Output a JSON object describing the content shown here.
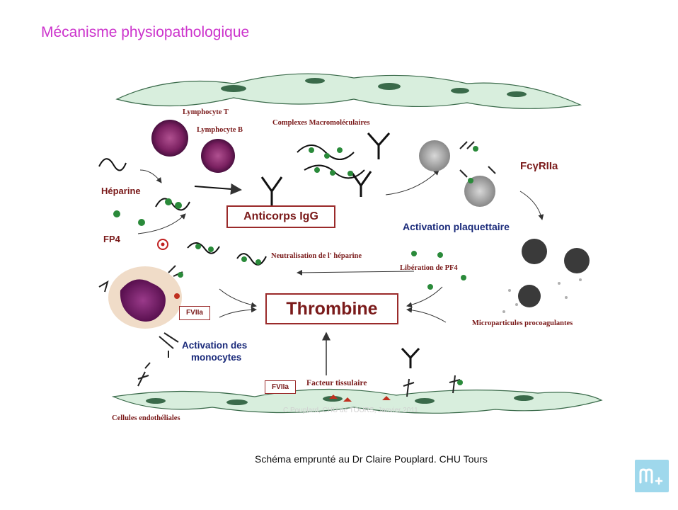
{
  "slide_title": "Mécanisme physiopathologique",
  "labels": {
    "lymphocyte_t": "Lymphocyte T",
    "lymphocyte_b": "Lymphocyte B",
    "complexes": "Complexes Macromoléculaires",
    "fcgriia": "FcγRIIa",
    "heparine": "Héparine",
    "anticorps": "Anticorps IgG",
    "activation_plaq": "Activation plaquettaire",
    "fp4": "FP4",
    "neutralisation": "Neutralisation de l' héparine",
    "liberation": "Libération de PF4",
    "fviia_left": "FVIIa",
    "thrombine": "Thrombine",
    "microparticules": "Microparticules procoagulantes",
    "activation_mono_1": "Activation des",
    "activation_mono_2": "monocytes",
    "fviia_bottom": "FVIIa",
    "facteur": "Facteur tissulaire",
    "cellules": "Cellules endothéliales",
    "watermark": "C Pouplard, CHU de TOURS, Janvier 2011"
  },
  "credit": "Schéma emprunté au Dr Claire Pouplard. CHU Tours",
  "colors": {
    "title": "#cc33cc",
    "label_red": "#7a1a1a",
    "label_blue": "#1a2a7a",
    "endothelium": "#d8eedd",
    "logo": "#9fd8ec"
  }
}
